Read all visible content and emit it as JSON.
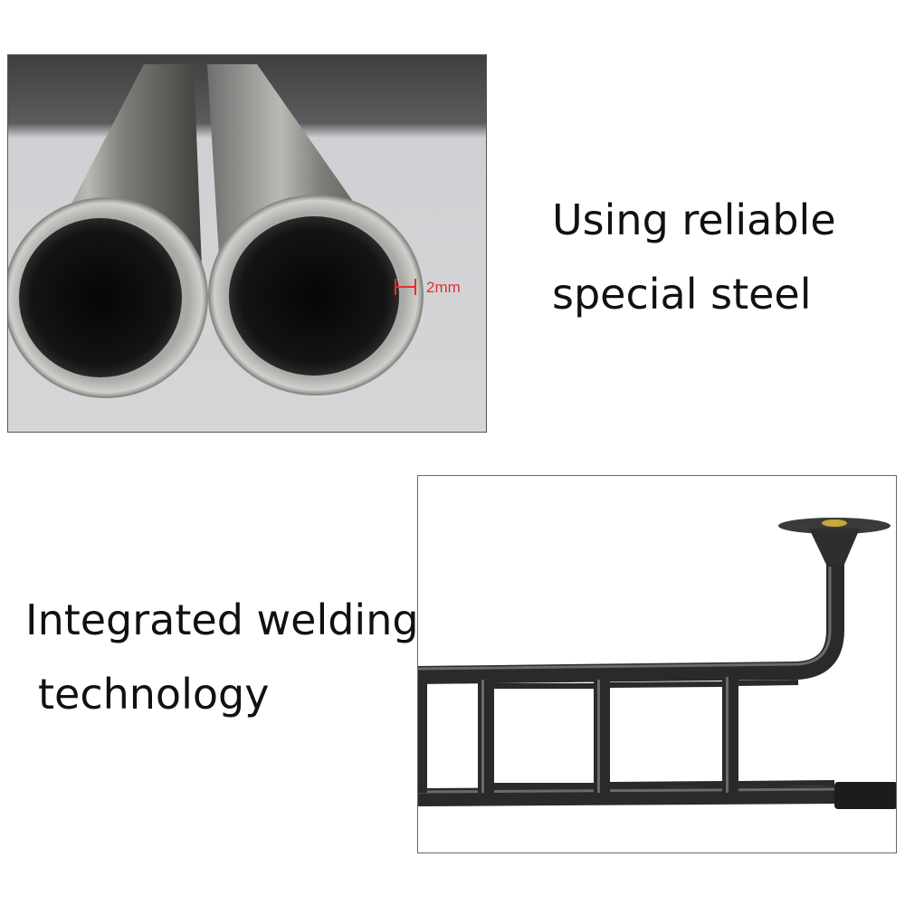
{
  "panels": {
    "tubes": {
      "dimension_label": "2mm",
      "caption_line1": "Using reliable",
      "caption_line2": "special steel"
    },
    "bar": {
      "caption_line1": "Integrated welding",
      "caption_line2": "technology"
    }
  },
  "colors": {
    "steel_light": "#bfbfbf",
    "steel_dark": "#4a4a4a",
    "bar_black": "#2a2a2a",
    "dimension_red": "#e23030"
  }
}
